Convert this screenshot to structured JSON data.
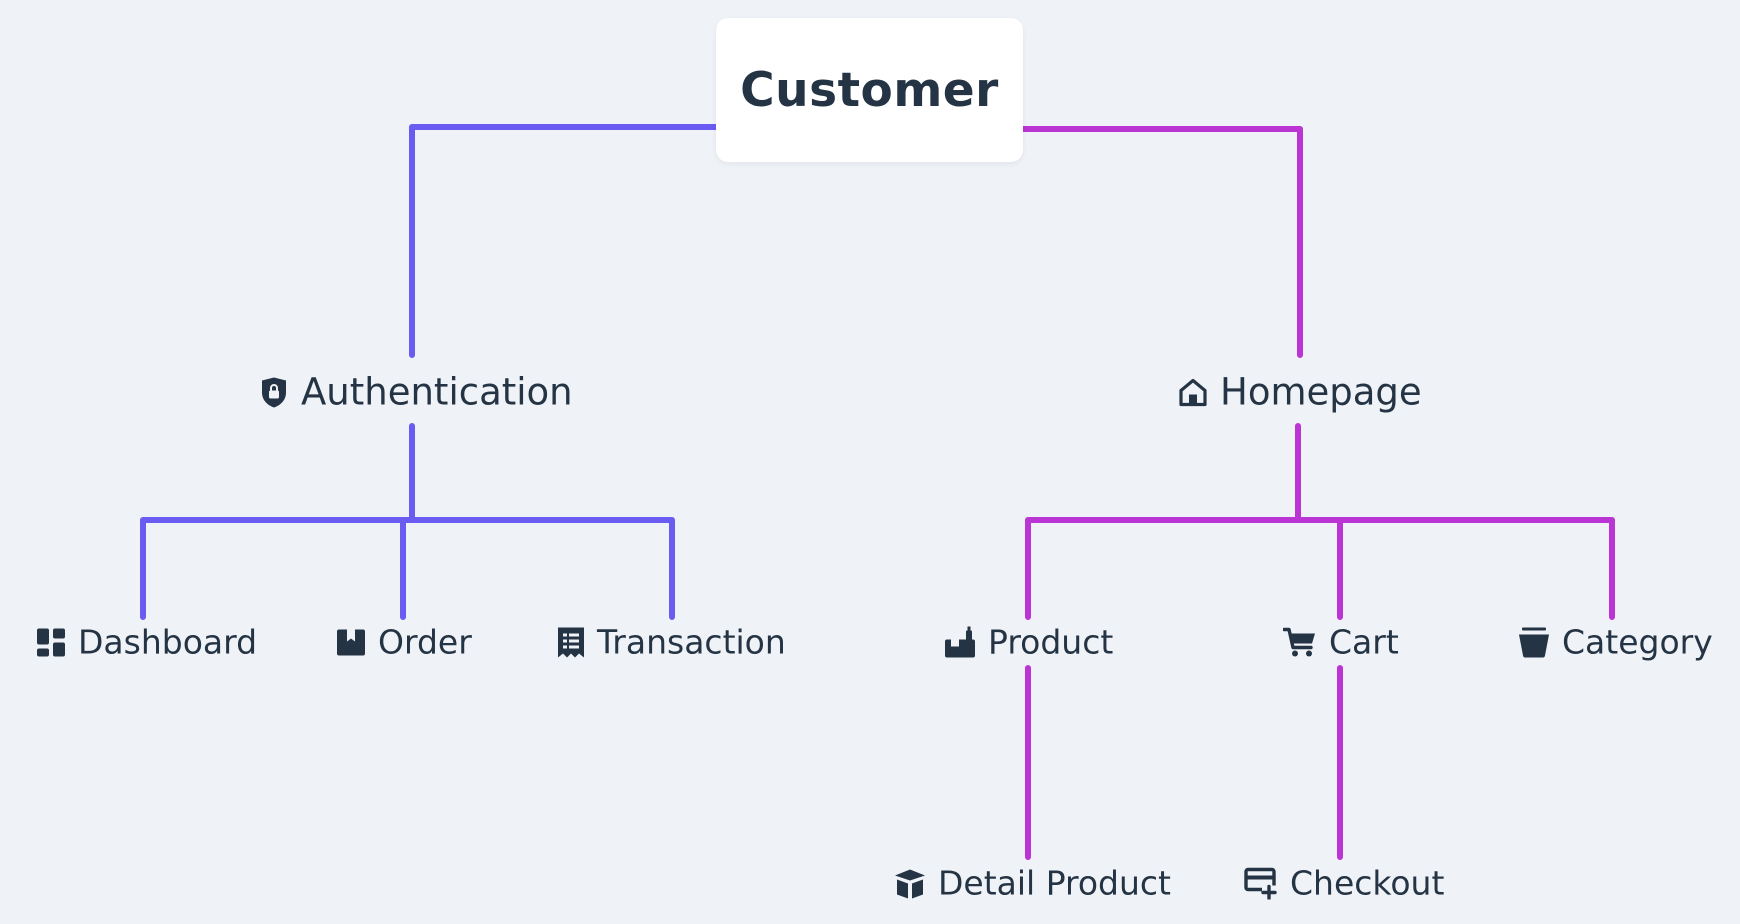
{
  "colors": {
    "background": "#eff2f6",
    "text": "#253444",
    "left_branch": "#6a5cf2",
    "right_branch": "#bb35d4"
  },
  "root": {
    "label": "Customer"
  },
  "branches": {
    "authentication": {
      "label": "Authentication",
      "icon": "shield-lock-icon"
    },
    "homepage": {
      "label": "Homepage",
      "icon": "home-icon"
    }
  },
  "leaves": {
    "dashboard": {
      "label": "Dashboard",
      "icon": "dashboard-grid-icon"
    },
    "order": {
      "label": "Order",
      "icon": "box-icon"
    },
    "transaction": {
      "label": "Transaction",
      "icon": "receipt-icon"
    },
    "product": {
      "label": "Product",
      "icon": "product-icon"
    },
    "cart": {
      "label": "Cart",
      "icon": "cart-icon"
    },
    "category": {
      "label": "Category",
      "icon": "bin-icon"
    },
    "detail_product": {
      "label": "Detail Product",
      "icon": "open-box-icon"
    },
    "checkout": {
      "label": "Checkout",
      "icon": "checkout-icon"
    }
  }
}
